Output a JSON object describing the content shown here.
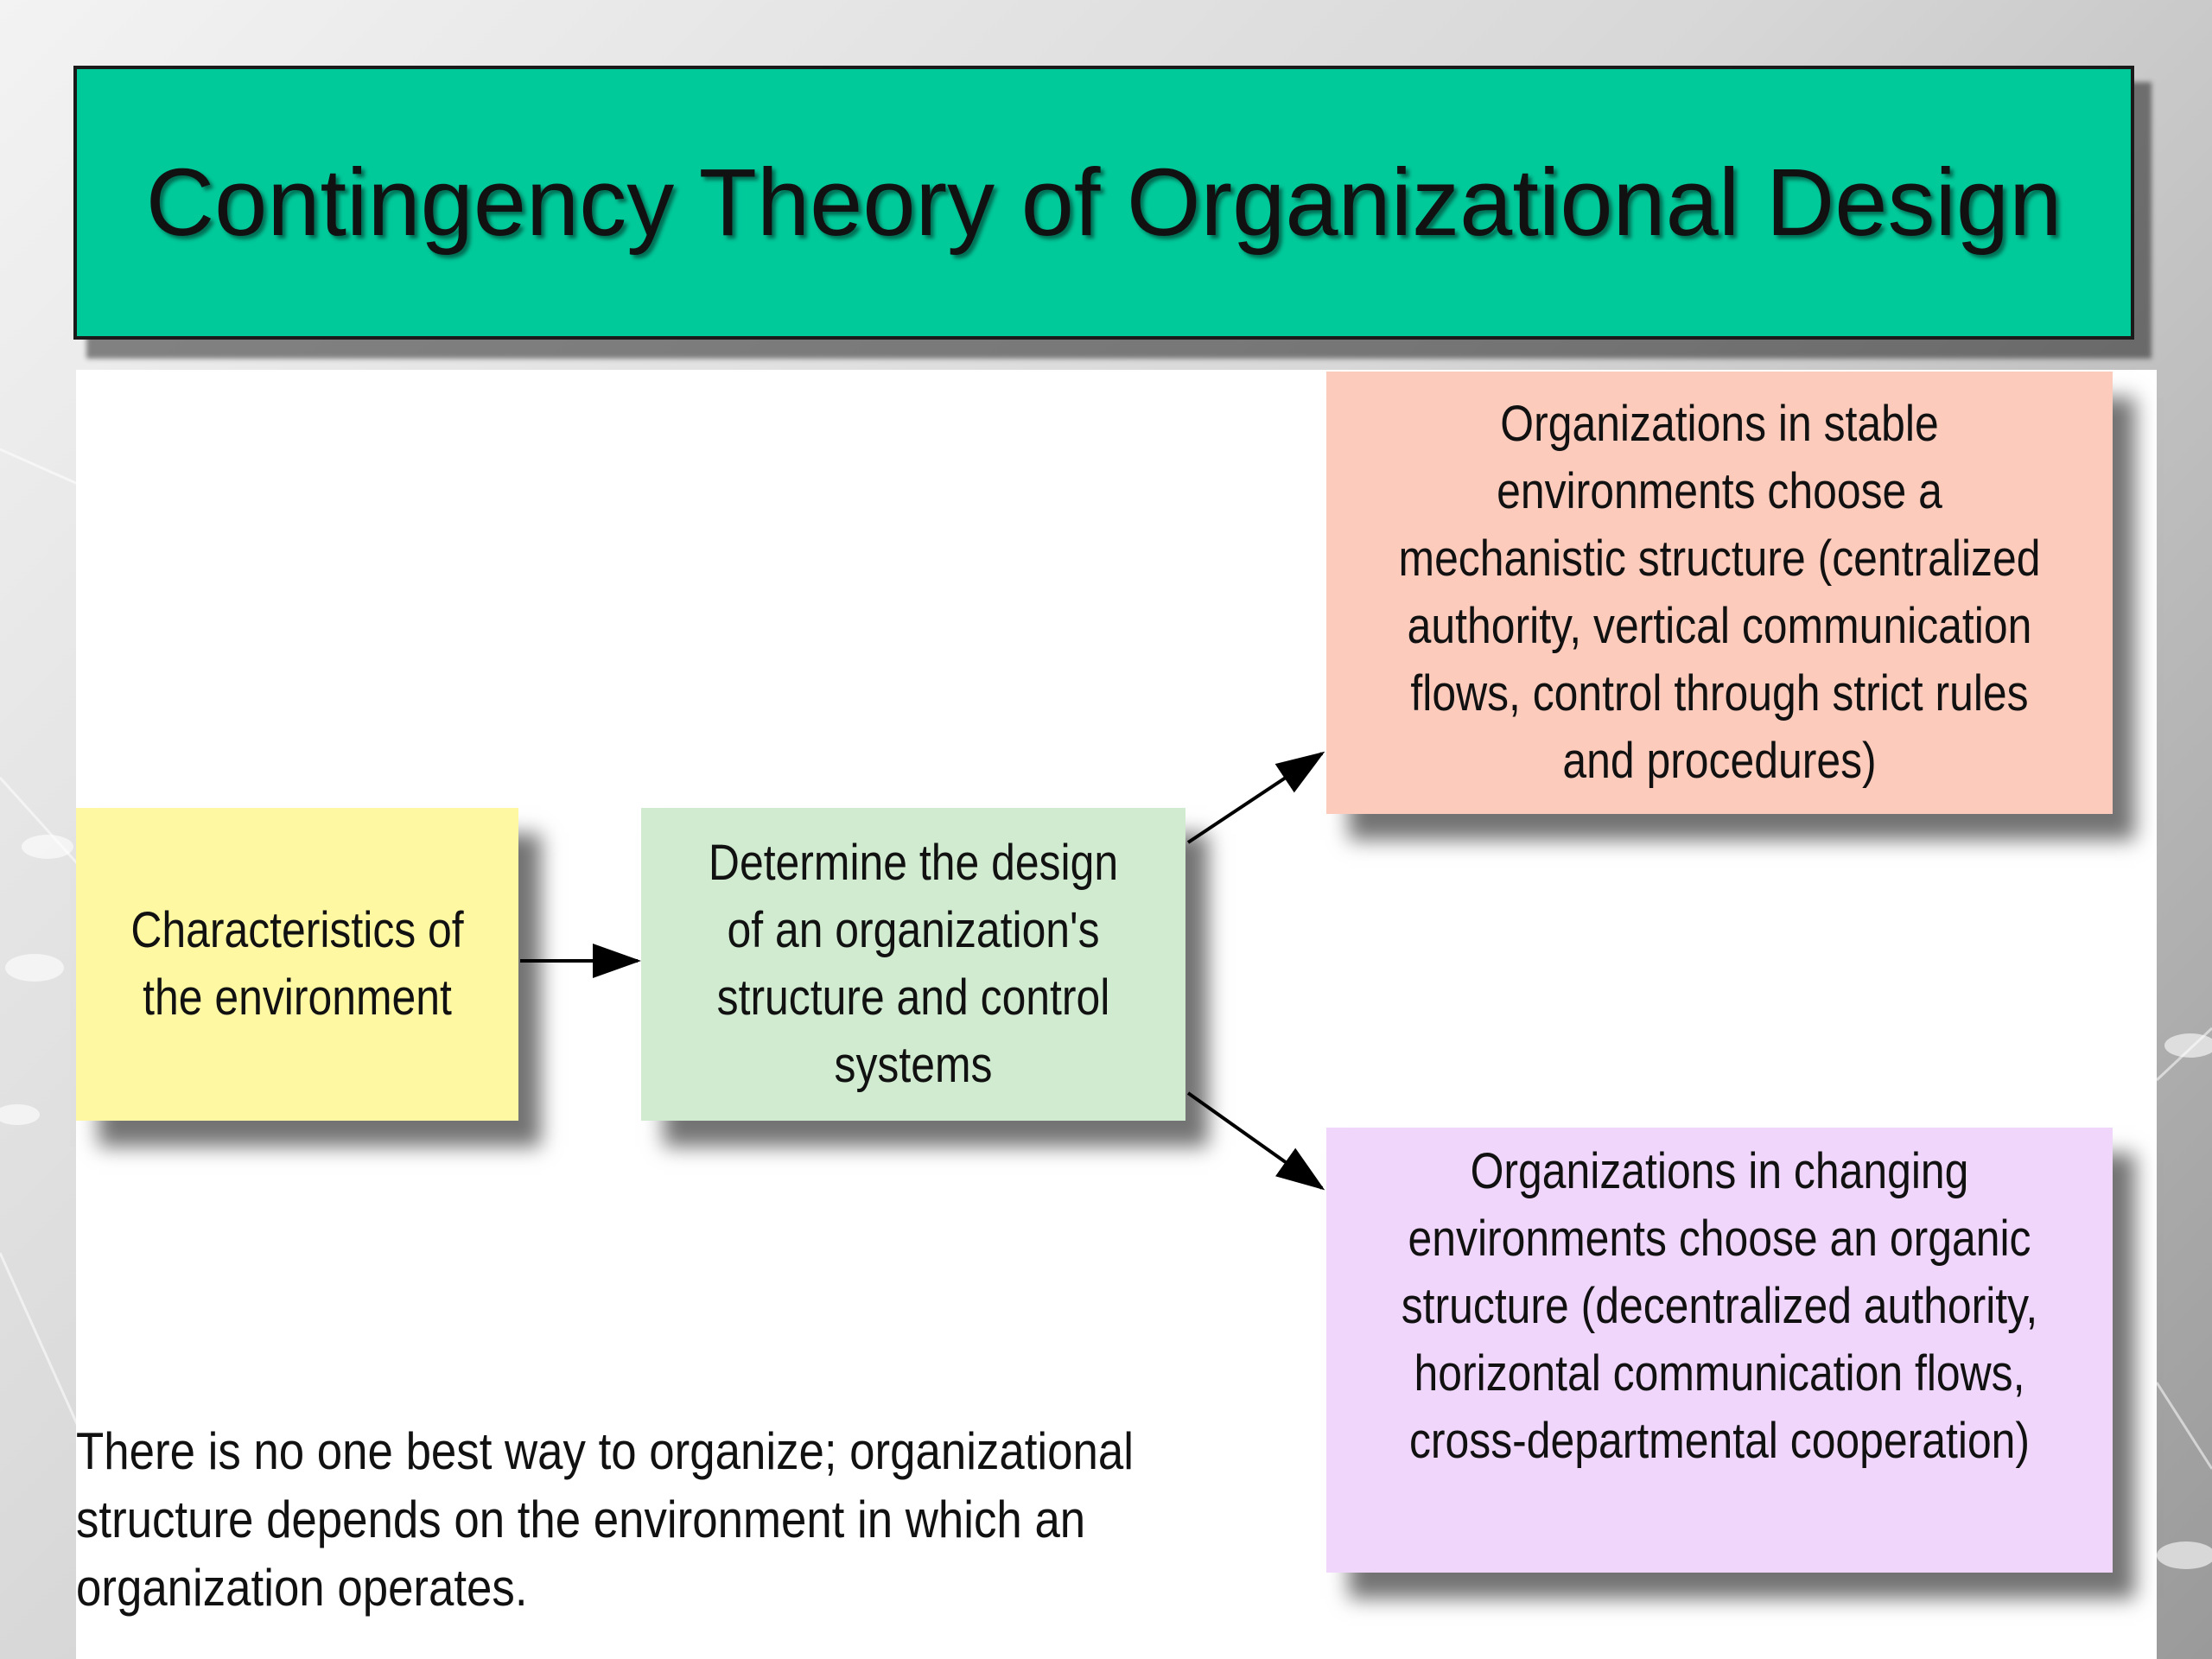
{
  "slide": {
    "title": "Contingency Theory of Organizational Design",
    "colors": {
      "title_bg": "#00c99a",
      "environment_box": "#fff8a3",
      "design_box": "#d0ebcf",
      "stable_box": "#fccbbc",
      "changing_box": "#f0d6fa"
    }
  },
  "diagram": {
    "environment": "Characteristics of the environment",
    "design": "Determine the design of an organization's structure and  control systems",
    "stable": "Organizations in stable environments choose a mechanistic structure (centralized authority, vertical communication flows, control through strict rules and procedures)",
    "changing": "Organizations in changing environments choose an organic structure (decentralized authority, horizontal communication flows, cross-departmental cooperation)"
  },
  "footnote": "There is no one best way to organize; organizational structure depends on the environment in which an organization operates."
}
